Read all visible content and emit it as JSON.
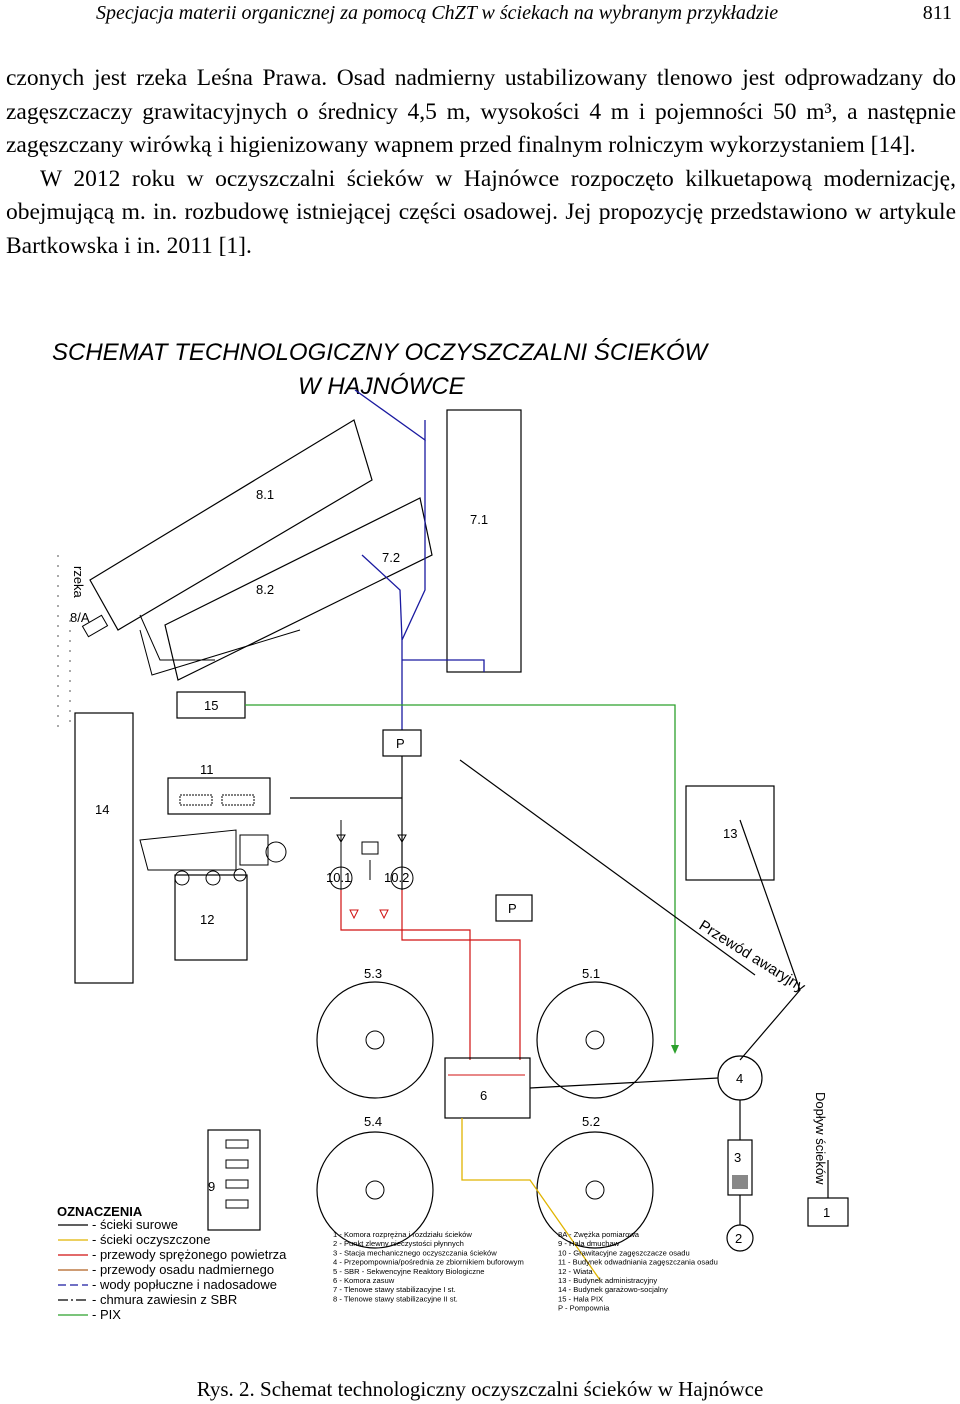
{
  "running_head": {
    "title": "Specjacja materii organicznej za pomocą ChZT w ściekach na wybranym przykładzie",
    "page_number": "811"
  },
  "body": {
    "paragraphs": [
      "czonych jest rzeka Leśna Prawa. Osad nadmierny ustabilizowany tlenowo jest odprowadzany do zagęszczaczy grawitacyjnych o średnicy 4,5 m, wysokości 4 m i pojemności 50 m³, a następnie zagęszczany wirówką i higienizowany wapnem przed finalnym rolniczym wykorzystaniem [14].",
      "W 2012 roku w oczyszczalni ścieków w Hajnówce rozpoczęto kilkuetapową modernizację, obejmującą m. in. rozbudowę istniejącej części osadowej. Jej propozycję przedstawiono w artykule Bartkowska i in. 2011 [1]."
    ]
  },
  "figure": {
    "title_line1": "SCHEMAT TECHNOLOGICZNY OCZYSZCZALNI ŚCIEKÓW",
    "title_line2": "W  HAJNÓWCE",
    "labels": {
      "l81": "8.1",
      "l82": "8.2",
      "l71": "7.1",
      "l72": "7.2",
      "rzeka": "rzeka",
      "l8a": "8/A",
      "l15": "15",
      "p_top": "P",
      "l11": "11",
      "l14": "14",
      "l13": "13",
      "l101": "10.1",
      "l102": "10.2",
      "l12": "12",
      "p_mid": "P",
      "przewod": "Przewód awaryjny",
      "l53": "5.3",
      "l51": "5.1",
      "l54": "5.4",
      "l52": "5.2",
      "l6": "6",
      "l4": "4",
      "l3": "3",
      "l9": "9",
      "l1": "1",
      "l2": "2",
      "doplyw": "Dopływ ścieków"
    },
    "legend_title": "OZNACZENIA",
    "legend_items": [
      {
        "label": "- ścieki surowe",
        "color": "#000000"
      },
      {
        "label": "- ścieki oczyszczone",
        "color": "#e0b400"
      },
      {
        "label": "- przewody sprężonego powietrza",
        "color": "#d01010"
      },
      {
        "label": "- przewody osadu nadmiernego",
        "color": "#b06020"
      },
      {
        "label": "- wody popłuczne i nadosadowe",
        "color": "#1a1aa0"
      },
      {
        "label": "- chmura zawiesin z SBR",
        "color": "#000000"
      },
      {
        "label": "- PIX",
        "color": "#2ca02c"
      }
    ],
    "key_col1": [
      "1 - Komora rozprężna i rozdziału ścieków",
      "2 - Punkt zlewny nieczystości płynnych",
      "3 - Stacja mechanicznego oczyszczania ścieków",
      "4 - Przepompownia/pośrednia ze zbiornikiem buforowym",
      "5 - SBR - Sekwencyjne Reaktory Biologiczne",
      "6 - Komora zasuw",
      "7 - Tlenowe stawy stabilizacyjne I st.",
      "8 - Tlenowe stawy stabilizacyjne II st."
    ],
    "key_col2": [
      "8A - Zwężka pomiarowa",
      "9 - Hala dmuchaw",
      "10 - Grawitacyjne zagęszczacze osadu",
      "11 - Budynek odwadniania zagęszczania osadu",
      "12 - Wiata",
      "13 - Budynek administracyjny",
      "14 - Budynek garażowo-socjalny",
      "15 - Hala PIX",
      "P - Pompownia"
    ],
    "colors": {
      "raw": "#000000",
      "treated": "#e0b400",
      "air": "#d01010",
      "sludge": "#b06020",
      "wash": "#1a1aa0",
      "pix": "#2ca02c"
    }
  },
  "caption": "Rys. 2. Schemat technologiczny oczyszczalni ścieków w Hajnówce"
}
